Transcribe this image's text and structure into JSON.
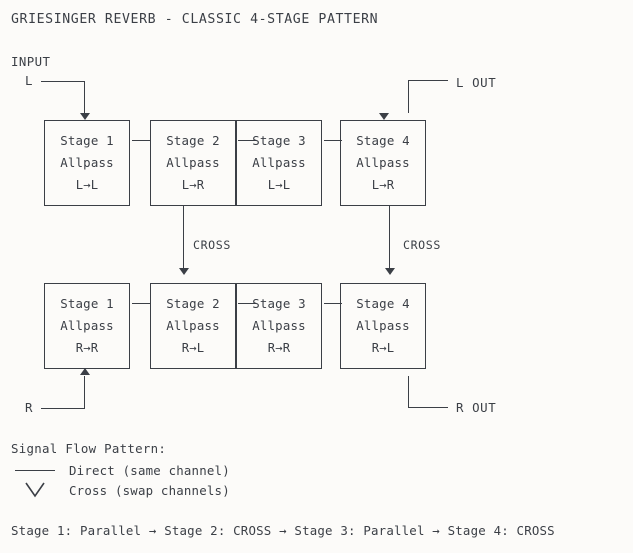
{
  "diagram": {
    "title": "GRIESINGER REVERB - CLASSIC 4-STAGE PATTERN",
    "input_label": "INPUT",
    "inputs": [
      {
        "name": "input-l",
        "label": "L"
      },
      {
        "name": "input-r",
        "label": "R"
      }
    ],
    "outputs": [
      {
        "name": "output-l",
        "label": "L OUT"
      },
      {
        "name": "output-r",
        "label": "R OUT"
      }
    ],
    "cross_labels": [
      "CROSS",
      "CROSS"
    ],
    "rows": [
      {
        "channel": "L",
        "boxes": [
          {
            "stage": "Stage 1",
            "type": "Allpass",
            "route": "L→L"
          },
          {
            "stage": "Stage 2",
            "type": "Allpass",
            "route": "L→R"
          },
          {
            "stage": "Stage 3",
            "type": "Allpass",
            "route": "L→L"
          },
          {
            "stage": "Stage 4",
            "type": "Allpass",
            "route": "L→R"
          }
        ]
      },
      {
        "channel": "R",
        "boxes": [
          {
            "stage": "Stage 1",
            "type": "Allpass",
            "route": "R→R"
          },
          {
            "stage": "Stage 2",
            "type": "Allpass",
            "route": "R→L"
          },
          {
            "stage": "Stage 3",
            "type": "Allpass",
            "route": "R→R"
          },
          {
            "stage": "Stage 4",
            "type": "Allpass",
            "route": "R→L"
          }
        ]
      }
    ]
  },
  "legend": {
    "title": "Signal Flow Pattern:",
    "items": [
      {
        "glyph": "direct-line-icon",
        "text": "Direct (same channel)"
      },
      {
        "glyph": "cross-v-icon",
        "text": "Cross (swap channels)"
      }
    ]
  },
  "summary": "Stage 1: Parallel → Stage 2: CROSS → Stage 3: Parallel → Stage 4: CROSS",
  "colors": {
    "background": "#FCFBF9",
    "ink": "#3b3f46"
  }
}
